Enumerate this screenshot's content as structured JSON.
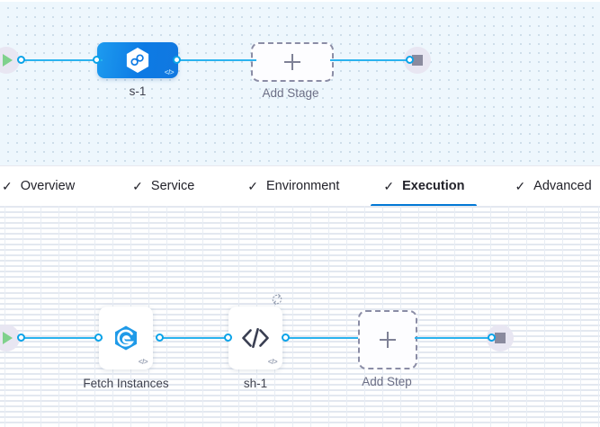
{
  "colors": {
    "accent_blue": "#0278d5",
    "edge_blue": "#2bb3ef",
    "port_blue": "#0aa3e8",
    "stage_node_blue": "#0d7ae4",
    "stage_canvas_bg": "#eef7fd",
    "step_canvas_bg": "#ffffff",
    "terminal_bg": "#e8e6f2",
    "play_green": "#7fd18c",
    "stop_gray": "#8a8a9e",
    "dashed_border": "#8b8da6"
  },
  "stage_canvas": {
    "name": "pipeline-stage-graph",
    "start_node": {
      "icon": "play-icon",
      "label": ""
    },
    "end_node": {
      "icon": "stop-icon",
      "label": ""
    },
    "stages": [
      {
        "id": "stage-1",
        "label": "s-1",
        "icon": "infinity-hexagon-icon",
        "badge": "</>",
        "selected": true
      }
    ],
    "add_stage": {
      "label": "Add Stage",
      "icon": "plus-icon"
    }
  },
  "tabs": {
    "items": [
      {
        "label": "Overview",
        "check": "✓",
        "active": false
      },
      {
        "label": "Service",
        "check": "✓",
        "active": false
      },
      {
        "label": "Environment",
        "check": "✓",
        "active": false
      },
      {
        "label": "Execution",
        "check": "✓",
        "active": true
      },
      {
        "label": "Advanced",
        "check": "✓",
        "active": false
      }
    ]
  },
  "step_canvas": {
    "name": "execution-step-graph",
    "start_node": {
      "icon": "play-icon",
      "label": ""
    },
    "end_node": {
      "icon": "stop-icon",
      "label": ""
    },
    "steps": [
      {
        "id": "step-fetch-instances",
        "label": "Fetch Instances",
        "icon": "harness-swirl-hexagon-icon",
        "badge": "</>",
        "loop": false
      },
      {
        "id": "step-sh-1",
        "label": "sh-1",
        "icon": "code-brackets-icon",
        "badge": "</>",
        "loop": true,
        "loop_icon": "loop-repeat-icon"
      }
    ],
    "add_step": {
      "label": "Add Step",
      "icon": "plus-icon"
    }
  }
}
